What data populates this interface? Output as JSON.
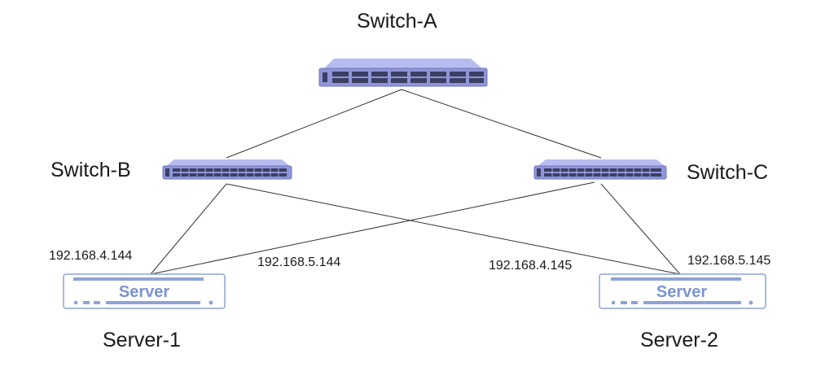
{
  "switches": {
    "a": {
      "label": "Switch-A"
    },
    "b": {
      "label": "Switch-B"
    },
    "c": {
      "label": "Switch-C"
    }
  },
  "servers": {
    "s1": {
      "label": "Server-1",
      "badge": "Server",
      "ip_left": "192.168.4.144",
      "ip_right": "192.168.5.144"
    },
    "s2": {
      "label": "Server-2",
      "badge": "Server",
      "ip_left": "192.168.4.145",
      "ip_right": "192.168.5.145"
    }
  },
  "colors": {
    "line": "#333333",
    "switch_body": "#8e95d8",
    "switch_top": "#b7bdf0",
    "switch_port": "#3b3f63",
    "server_outline": "#8ea4d6",
    "server_text": "#7b94cf"
  }
}
